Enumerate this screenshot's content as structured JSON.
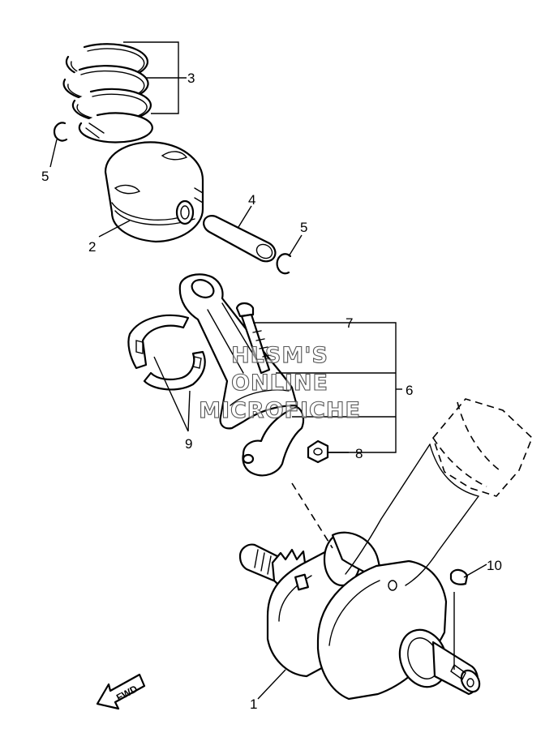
{
  "diagram": {
    "callouts": {
      "c1": "1",
      "c2": "2",
      "c3": "3",
      "c4": "4",
      "c5a": "5",
      "c5b": "5",
      "c6": "6",
      "c7": "7",
      "c8": "8",
      "c9": "9",
      "c10": "10"
    },
    "fwd_label": "FWD"
  },
  "watermark": {
    "line1": "HLSM'S",
    "line2": "ONLINE",
    "line3": "MICROFICHE"
  }
}
